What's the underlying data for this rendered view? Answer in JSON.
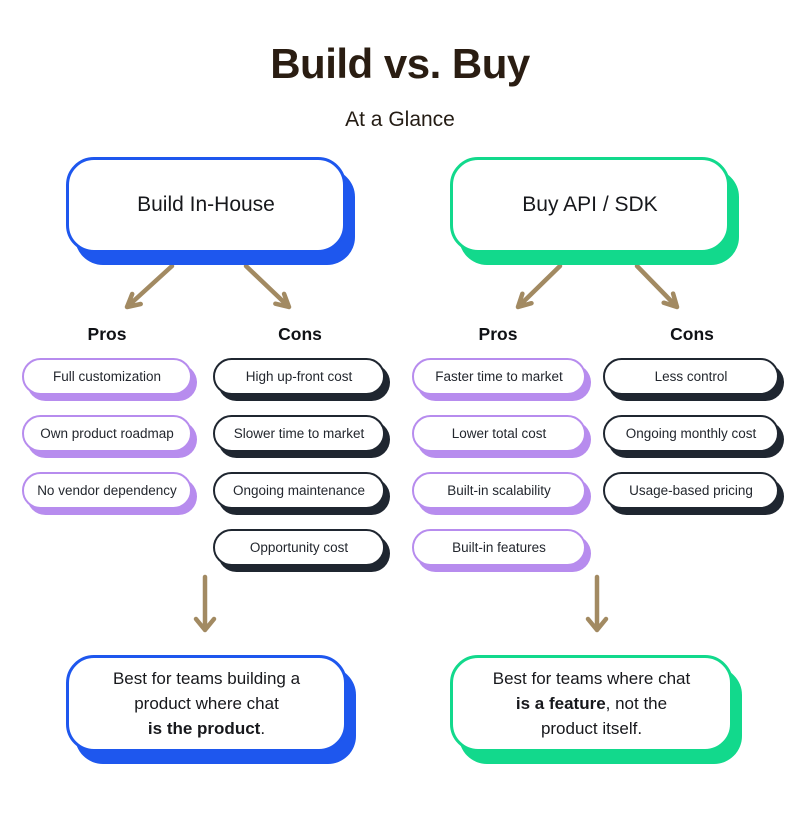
{
  "title": "Build vs. Buy",
  "subtitle": "At a Glance",
  "colors": {
    "blue": "#1e57ee",
    "green": "#12d98c",
    "purple": "#b78cee",
    "dark": "#1f2630",
    "arrow": "#a28a62",
    "title": "#2a1d12",
    "ink": "#22262c"
  },
  "branches": {
    "build": {
      "header": "Build In-House",
      "pros_label": "Pros",
      "cons_label": "Cons",
      "pros": [
        "Full customization",
        "Own product roadmap",
        "No vendor dependency"
      ],
      "cons": [
        "High up-front cost",
        "Slower time to market",
        "Ongoing maintenance",
        "Opportunity cost"
      ],
      "conclusion": {
        "lines": [
          {
            "text": "Best for teams building a"
          },
          {
            "text": "product where chat"
          },
          {
            "bold": "is the product",
            "text": "."
          }
        ]
      }
    },
    "buy": {
      "header": "Buy API / SDK",
      "pros_label": "Pros",
      "cons_label": "Cons",
      "pros": [
        "Faster time to market",
        "Lower total cost",
        "Built-in scalability",
        "Built-in features"
      ],
      "cons": [
        "Less control",
        "Ongoing monthly cost",
        "Usage-based pricing"
      ],
      "conclusion": {
        "lines": [
          {
            "text": "Best for teams where chat"
          },
          {
            "bold": "is a feature",
            "text": ", not the"
          },
          {
            "text": "product itself."
          }
        ]
      }
    }
  }
}
